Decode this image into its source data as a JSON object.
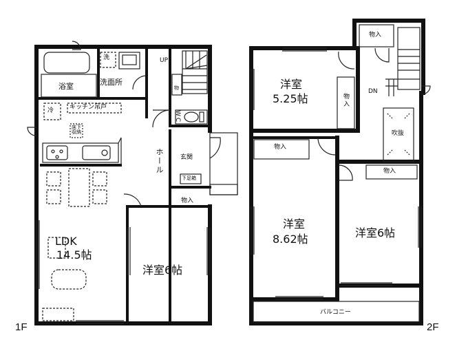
{
  "floors": [
    {
      "id": "1F",
      "label": "1F",
      "rooms": {
        "bath": "浴室",
        "washroom": "洗面所",
        "washer": "洗",
        "fridge": "冷",
        "kitchen_pantry": "キッチン吊戸",
        "underfloor_storage": "床下\n収納",
        "stairs_up": "UP",
        "stair_storage": "物",
        "toilet": "WC",
        "hall": "ホール",
        "entrance": "玄関",
        "shoe_cabinet": "下足箱",
        "closet": "物入",
        "ldk_name": "LDK",
        "ldk_size": "14.5帖",
        "western_room": "洋室6帖"
      }
    },
    {
      "id": "2F",
      "label": "2F",
      "rooms": {
        "western_room_a_name": "洋室",
        "western_room_a_size": "5.25帖",
        "closet_a": "物入",
        "closet_top": "物入",
        "stairs_down": "DN",
        "void": "吹抜",
        "closet_b": "物入",
        "western_room_b_name": "洋室",
        "western_room_b_size": "8.62帖",
        "closet_c": "物入",
        "western_room_c": "洋室6帖",
        "balcony": "バルコニー"
      }
    }
  ],
  "colors": {
    "wall": "#111111",
    "background": "#ffffff",
    "line": "#222222"
  }
}
